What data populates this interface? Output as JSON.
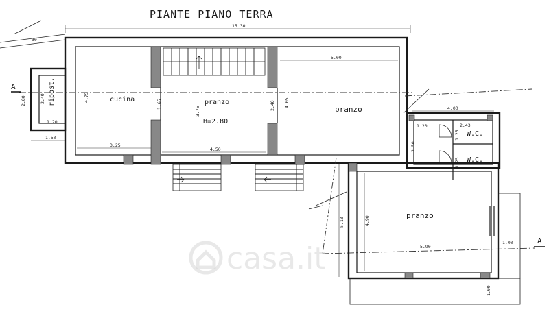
{
  "plan": {
    "title": "PIANTE PIANO TERRA",
    "rooms": {
      "cucina": "cucina",
      "pranzo_1": "pranzo",
      "height": "H=2.80",
      "pranzo_2": "pranzo",
      "pranzo_3": "pranzo",
      "ripost": "ripost.",
      "wc_1": "W.C.",
      "wc_2": "W.C."
    },
    "section_marks": {
      "left": "A",
      "right": "A"
    },
    "dimensions": {
      "total_width": "15.30",
      "top_left": "30",
      "cucina_height": "4.75",
      "ripost_height": "2.80",
      "ripost_inner": "2.40",
      "ripost_width": "1.20",
      "left_offset": "1.50",
      "cucina_width": "3.25",
      "wall_1": "1.65",
      "pranzo_height": "3.75",
      "pranzo_width": "4.50",
      "wall_2": "2.40",
      "pranzo2_height": "4.05",
      "pranzo2_width": "5.00",
      "wc_block_width": "4.00",
      "wc_a": "1.20",
      "wc_b": "2.43",
      "wc_c": "2.50",
      "wc_d": "1.25",
      "wc_e": "1.25",
      "pranzo3_height_a": "5.10",
      "pranzo3_height_b": "4.90",
      "pranzo3_width": "5.90",
      "right_offset": "1.00",
      "bottom_offset": "1.00"
    },
    "watermark": "casa.it"
  }
}
